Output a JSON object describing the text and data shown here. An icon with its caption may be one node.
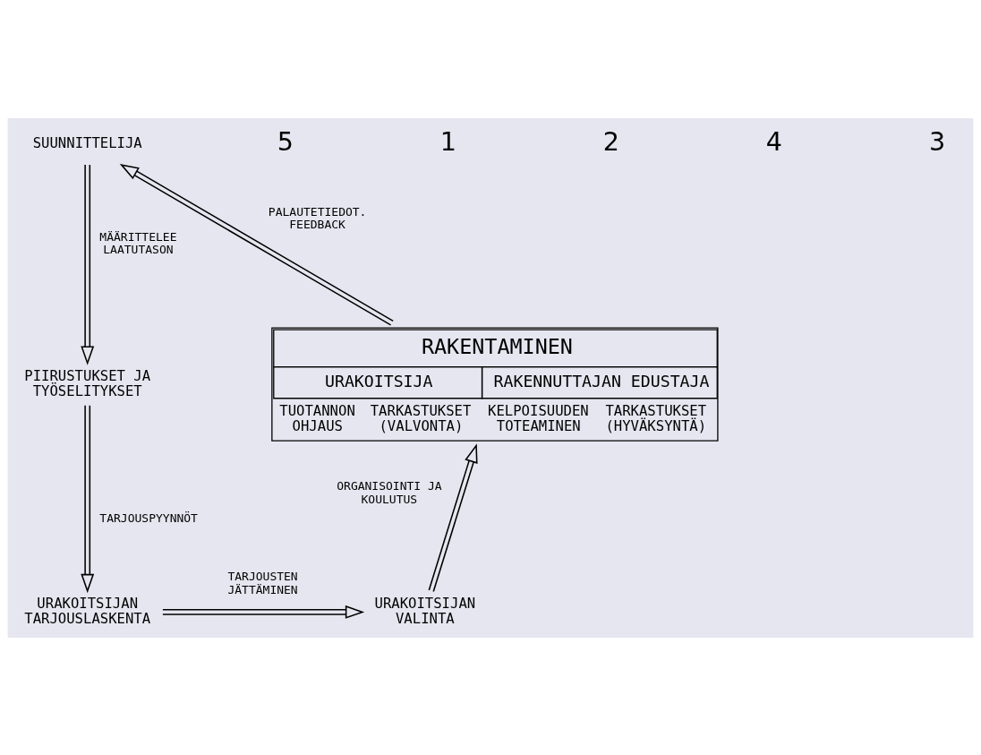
{
  "diagram": {
    "nodes": [
      {
        "text": [
          "SUUNNITTELIJA"
        ]
      },
      {
        "text": [
          "PIIRUSTUKSET JA TYÖSELITYKSET"
        ]
      },
      {
        "text": [
          "URAKOITSIJAN TARJOUSLASKENTA"
        ]
      },
      {
        "text": [
          "URAKOITSIJAN VALINTA"
        ]
      },
      {
        "text": [
          "RAKENTAMINEN",
          "URAKOITSIJA",
          "RAKENNUTTAJAN EDUSTAJA",
          "TUOTANNON OHJAUS",
          "TARKASTUKSET (VALVONTA)",
          "KELPOISUUDEN TOTEAMINEN",
          "TARKASTUKSET (HYVÄKSYNTÄ)"
        ]
      }
    ],
    "edges": [
      {
        "from": 0,
        "to": 1,
        "arrow": "to",
        "label": "MÄÄRITTELEE LAATUTASON"
      },
      {
        "from": 1,
        "to": 2,
        "arrow": "to",
        "label": "TARJOUSPYYNNÖT"
      },
      {
        "from": 2,
        "to": 3,
        "arrow": "to",
        "label": "TARJOUSTEN JÄTTÄMINEN"
      },
      {
        "from": 3,
        "to": 4,
        "arrow": "to",
        "label": "ORGANISOINTI JA KOULUTUS"
      },
      {
        "from": 4,
        "to": 0,
        "arrow": "to",
        "label": "PALAUTETIEDOT. FEEDBACK"
      }
    ],
    "labels": [
      "5",
      "1",
      "2",
      "4",
      "3"
    ]
  }
}
